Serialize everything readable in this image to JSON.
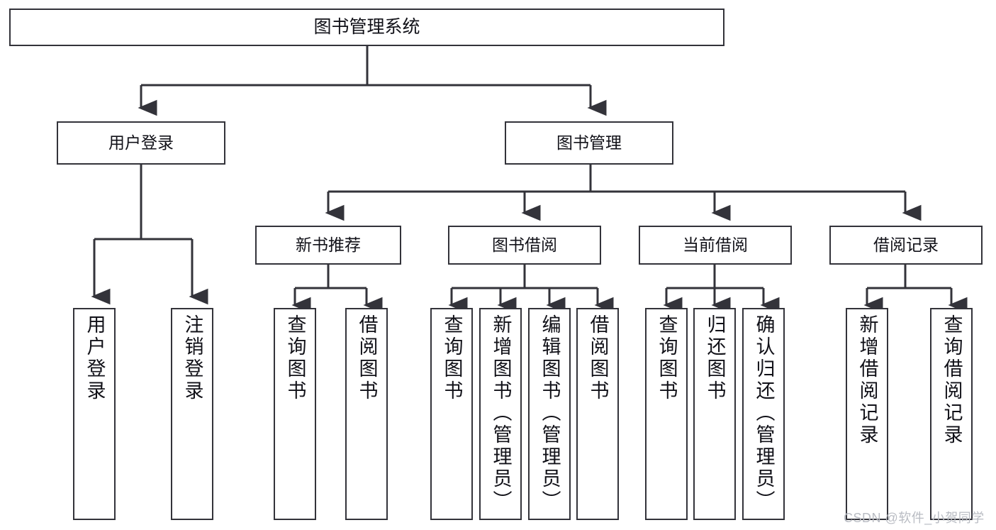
{
  "diagram": {
    "title": "图书管理系统",
    "watermark": "CSDN @软件_小贺同学",
    "line_color": "#33333a",
    "box_fill": "#ffffff",
    "text_color": "#111118",
    "background": "#ffffff"
  },
  "nodes": {
    "root": {
      "label": "图书管理系统"
    },
    "level2": [
      {
        "label": "用户登录"
      },
      {
        "label": "图书管理"
      }
    ],
    "level3": [
      {
        "label": "新书推荐"
      },
      {
        "label": "图书借阅"
      },
      {
        "label": "当前借阅"
      },
      {
        "label": "借阅记录"
      }
    ],
    "leaves": {
      "user_login": [
        {
          "label": "用户登录"
        },
        {
          "label": "注销登录"
        }
      ],
      "new_book": [
        {
          "label": "查询图书"
        },
        {
          "label": "借阅图书"
        }
      ],
      "book_borrow": [
        {
          "label": "查询图书"
        },
        {
          "label": "新增图书（管理员）"
        },
        {
          "label": "编辑图书（管理员）"
        },
        {
          "label": "借阅图书"
        }
      ],
      "current_borrow": [
        {
          "label": "查询图书"
        },
        {
          "label": "归还图书"
        },
        {
          "label": "确认归还（管理员）"
        }
      ],
      "borrow_record": [
        {
          "label": "新增借阅记录"
        },
        {
          "label": "查询借阅记录"
        }
      ]
    }
  }
}
